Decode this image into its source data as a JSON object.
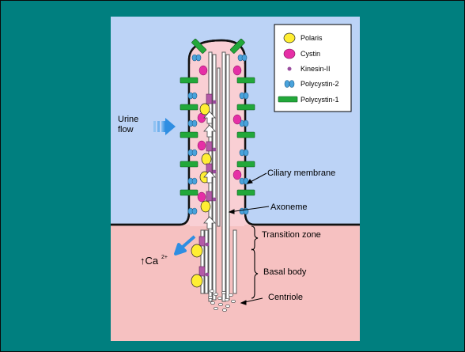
{
  "legend": [
    {
      "label": "Polaris",
      "icon": "yellow-ellipse"
    },
    {
      "label": "Cystin",
      "icon": "magenta-ellipse"
    },
    {
      "label": "Kinesin-II",
      "icon": "small-purple-dot"
    },
    {
      "label": "Polycystin-2",
      "icon": "blue-paired-ovals"
    },
    {
      "label": "Polycystin-1",
      "icon": "green-bar"
    }
  ],
  "labels": {
    "urine_flow_line1": "Urine",
    "urine_flow_line2": "flow",
    "ciliary_membrane": "Ciliary membrane",
    "axoneme": "Axoneme",
    "transition_zone": "Transition zone",
    "basal_body": "Basal body",
    "centriole": "Centriole",
    "calcium_arrow": "↑Ca",
    "calcium_superscript": "2+"
  },
  "colors": {
    "lumen_blue": "#bcd3f6",
    "cell_pink": "#f6c1c1",
    "cilium_pink": "#f9cfd4",
    "polaris_yellow": "#ffee33",
    "cystin_magenta": "#e62fa6",
    "kinesin_purple": "#9a4c9e",
    "polycystin2_blue": "#4aa3dc",
    "polycystin1_green": "#22a83a",
    "flow_arrow_blue": "#2f8ee2",
    "background_teal": "#008080"
  }
}
